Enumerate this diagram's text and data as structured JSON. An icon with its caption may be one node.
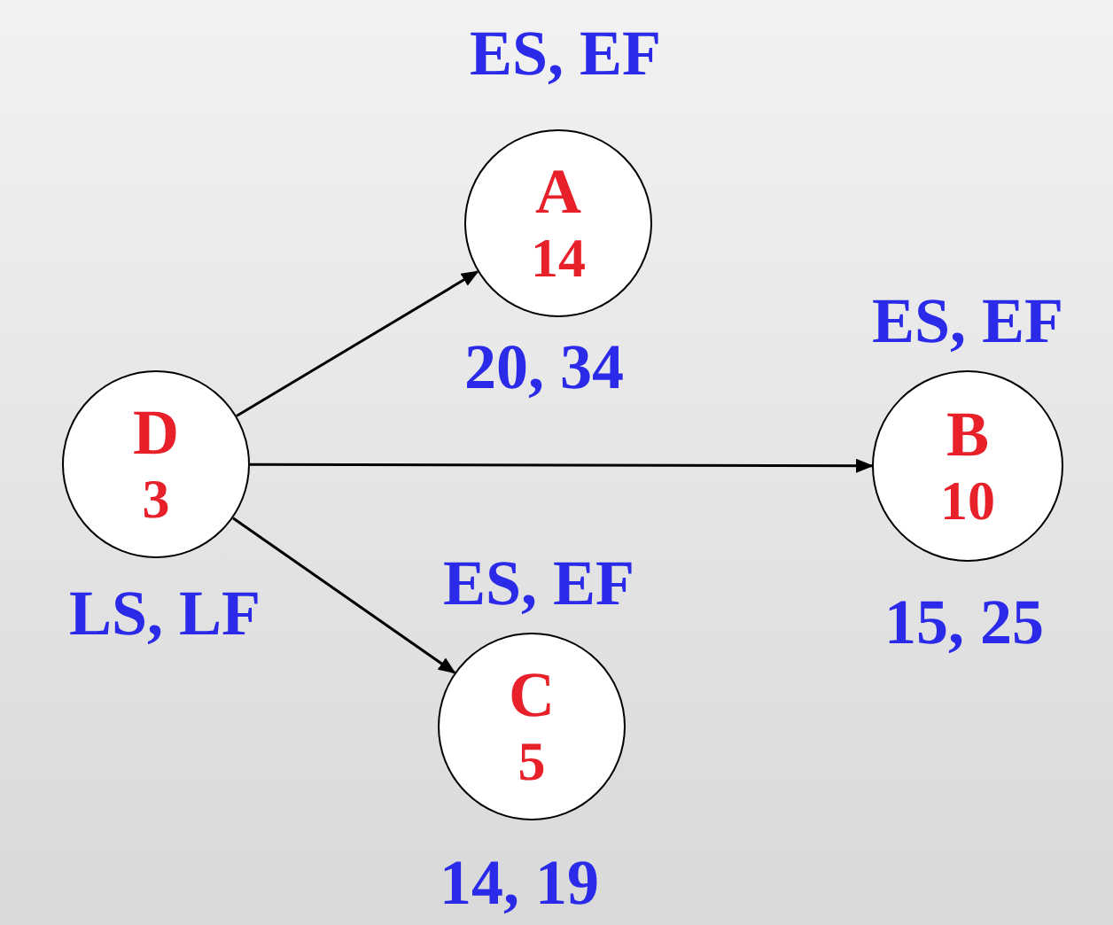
{
  "diagram": {
    "nodes": [
      {
        "text": [
          "D",
          "3"
        ],
        "beside": [
          "LS, LF"
        ]
      },
      {
        "text": [
          "A",
          "14"
        ],
        "beside": [
          "ES, EF",
          "20, 34"
        ]
      },
      {
        "text": [
          "B",
          "10"
        ],
        "beside": [
          "ES, EF",
          "15, 25"
        ]
      },
      {
        "text": [
          "C",
          "5"
        ],
        "beside": [
          "ES, EF",
          "14, 19"
        ]
      }
    ],
    "edges": [
      {
        "from": 0,
        "to": 1,
        "arrow": "to"
      },
      {
        "from": 0,
        "to": 2,
        "arrow": "to"
      },
      {
        "from": 0,
        "to": 3,
        "arrow": "to"
      }
    ]
  }
}
